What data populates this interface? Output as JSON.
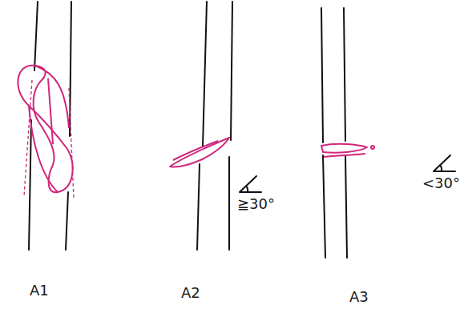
{
  "diagram": {
    "labels": [
      "A1",
      "A2",
      "A3",
      "≧30°",
      "<30°"
    ]
  }
}
